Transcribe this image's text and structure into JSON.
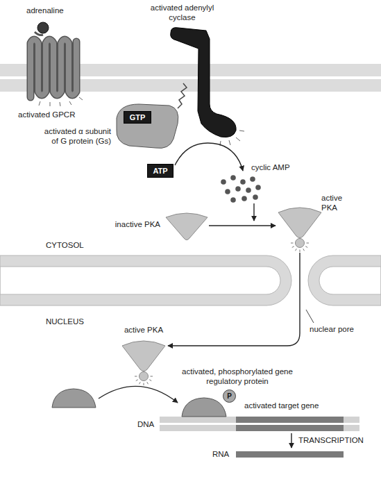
{
  "diagram": {
    "nodes": [
      {
        "text": [
          "GTP"
        ]
      },
      {
        "text": [
          "ATP"
        ]
      },
      {
        "text": [
          "inactive PKA"
        ]
      },
      {
        "text": [
          "active PKA"
        ]
      },
      {
        "text": [
          "active PKA"
        ]
      },
      {
        "text": [
          "P"
        ]
      }
    ],
    "edges": [
      {
        "from": 2,
        "to": 3,
        "arrow": "to"
      },
      {
        "from": 3,
        "to": 4,
        "arrow": "to"
      }
    ],
    "labels": [
      "adrenaline",
      "activated adenylyl cyclase",
      "activated GPCR",
      "activated α subunit of G protein (Gs)",
      "cyclic AMP",
      "CYTOSOL",
      "NUCLEUS",
      "nuclear pore",
      "activated, phosphorylated gene regulatory protein",
      "activated target gene",
      "DNA",
      "TRANSCRIPTION",
      "RNA"
    ]
  }
}
